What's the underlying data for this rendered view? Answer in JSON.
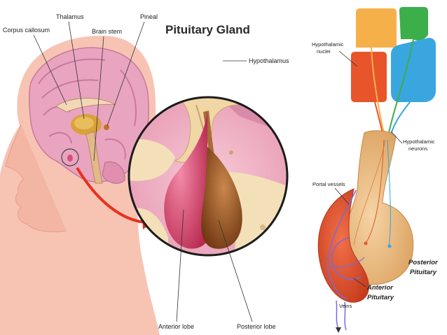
{
  "left_figure": {
    "title": "Pituitary Gland",
    "labels": {
      "corpus_callosum": "Corpus callosum",
      "thalamus": "Thalamus",
      "brain_stem": "Brain stem",
      "pineal": "Pineal",
      "hypothalamus": "Hypothalamus",
      "anterior_lobe": "Anterior lobe",
      "posterior_lobe": "Posterior lobe"
    }
  },
  "right_figure": {
    "labels": {
      "hypothalamic_nuclei_1": "Hypothalamic",
      "hypothalamic_nuclei_2": "nuclei",
      "hypothalamic_neurons_1": "Hypothalamic",
      "hypothalamic_neurons_2": "neurons",
      "portal_vessels": "Portal vessels",
      "posterior_pituitary_1": "Posterior",
      "posterior_pituitary_2": "Pituitary",
      "anterior_pituitary_1": "Anterior",
      "anterior_pituitary_2": "Pituitary",
      "veins": "Veins"
    }
  },
  "colors": {
    "skin": "#f7c4b4",
    "brain": "#e9a4c0",
    "anterior": "#d94f7a",
    "posterior": "#8a4a1e",
    "bone": "#f3e0b8",
    "nucleus_orange": "#f6b04a",
    "nucleus_green": "#3cae4a",
    "nucleus_red": "#e8552a",
    "nucleus_blue": "#3aa6df",
    "ant_pit_red": "#e2502a",
    "post_pit_tan": "#e9b677",
    "arrow_red": "#e8321e"
  }
}
